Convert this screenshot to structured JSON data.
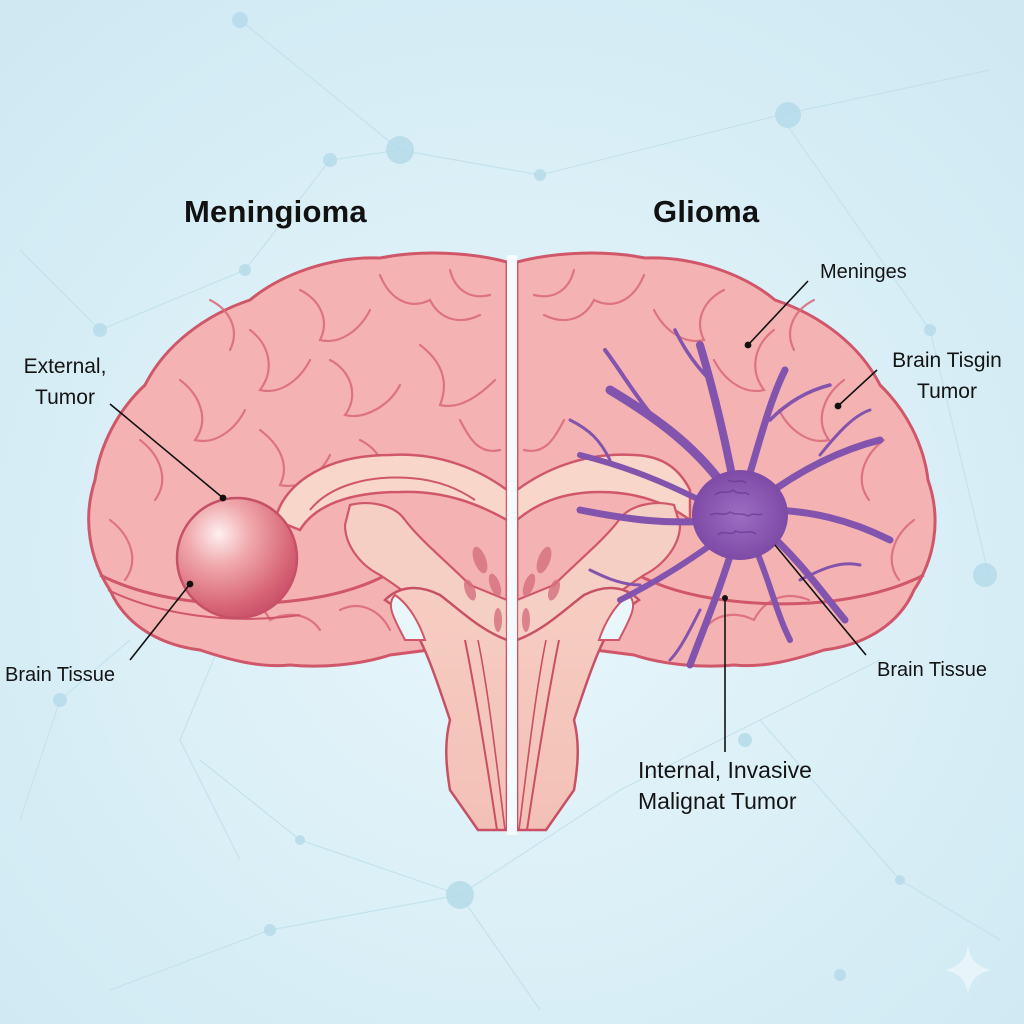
{
  "titles": {
    "left": "Meningioma",
    "right": "Glioma"
  },
  "labels": {
    "left": {
      "external_tumor": [
        "External,",
        "Tumor"
      ],
      "brain_tissue": "Brain Tissue"
    },
    "right": {
      "meninges": "Meninges",
      "brain_tisgin_tumor": [
        "Brain Tisgin",
        "Tumor"
      ],
      "brain_tissue": "Brain Tissue",
      "internal_invasive": [
        "Internal, Invasive",
        "Malignat Tumor"
      ]
    }
  },
  "icons": {
    "watermark": "sparkle-icon"
  },
  "colors": {
    "background": "#d6eef6",
    "background_light": "#e6f5fa",
    "network": "#b6dcea",
    "brain_fill": "#f4b2b2",
    "brain_outline": "#d0566a",
    "brain_sulci": "#d96a7a",
    "brainstem_fill": "#f6cfc4",
    "tumor_sphere": "#e5858f",
    "tumor_highlight": "#fbe3e2",
    "glioma_purple": "#8a5bb0",
    "glioma_dark": "#6e3f98",
    "leader_line": "#111111",
    "divider": "#f5fbfd"
  }
}
